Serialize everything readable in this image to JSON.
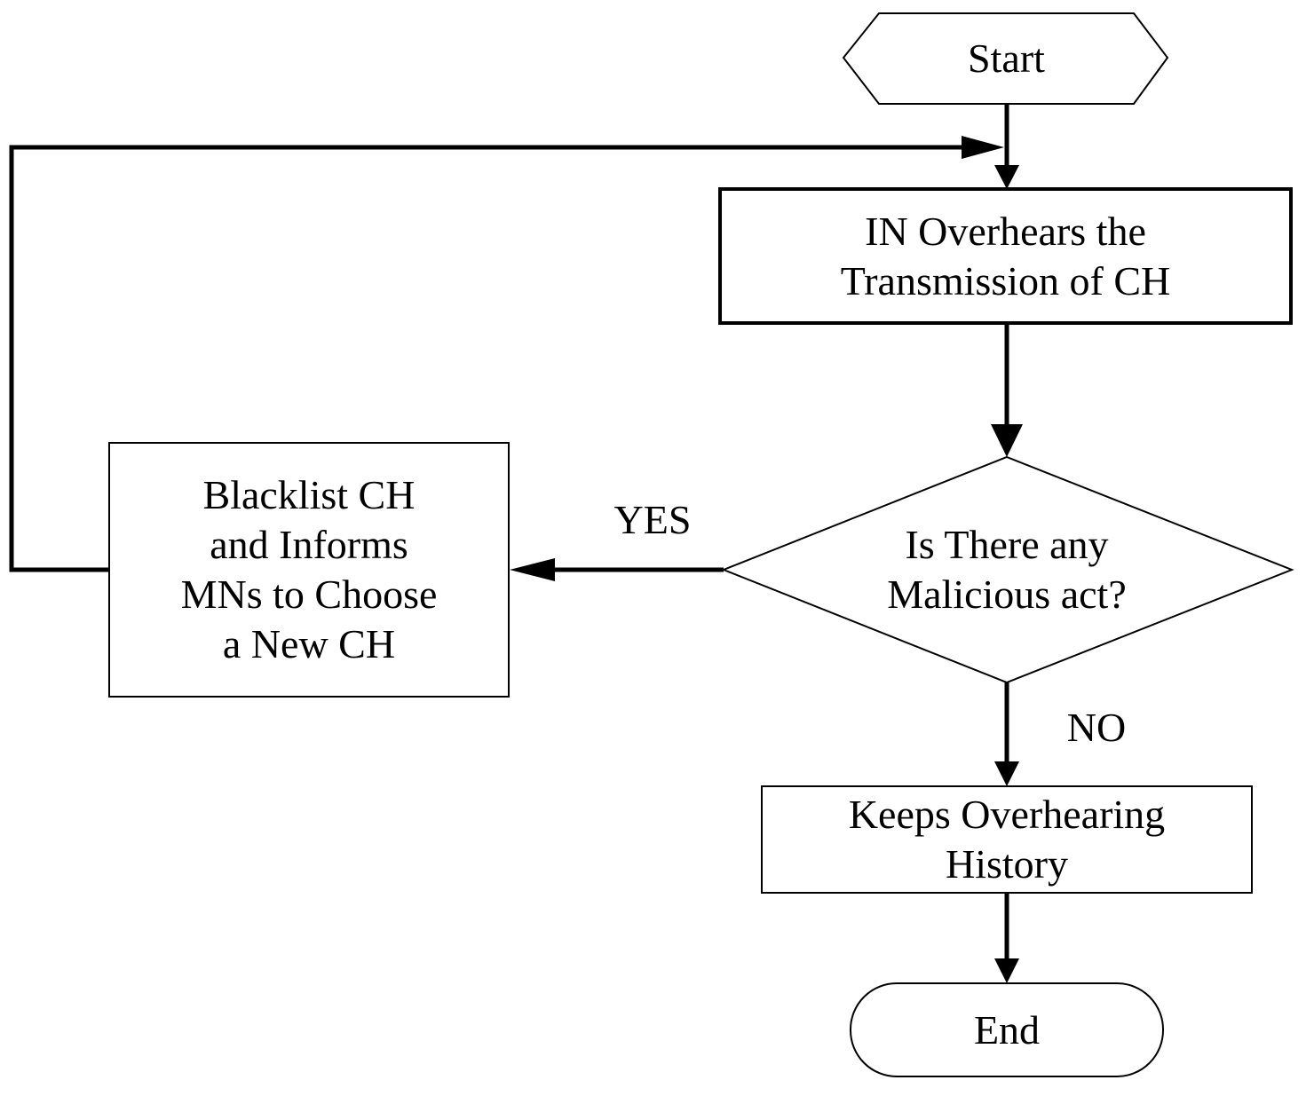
{
  "diagram": {
    "start": {
      "label": "Start"
    },
    "overhear": {
      "lines": [
        "IN Overhears the",
        "Transmission of CH"
      ]
    },
    "decision": {
      "lines": [
        "Is There any",
        "Malicious act?"
      ]
    },
    "blacklist": {
      "lines": [
        "Blacklist CH",
        "and Informs",
        "MNs to Choose",
        "a New CH"
      ]
    },
    "keeps": {
      "lines": [
        "Keeps Overhearing",
        "History"
      ]
    },
    "end": {
      "label": "End"
    },
    "edges": {
      "yes_label": "YES",
      "no_label": "NO"
    }
  }
}
